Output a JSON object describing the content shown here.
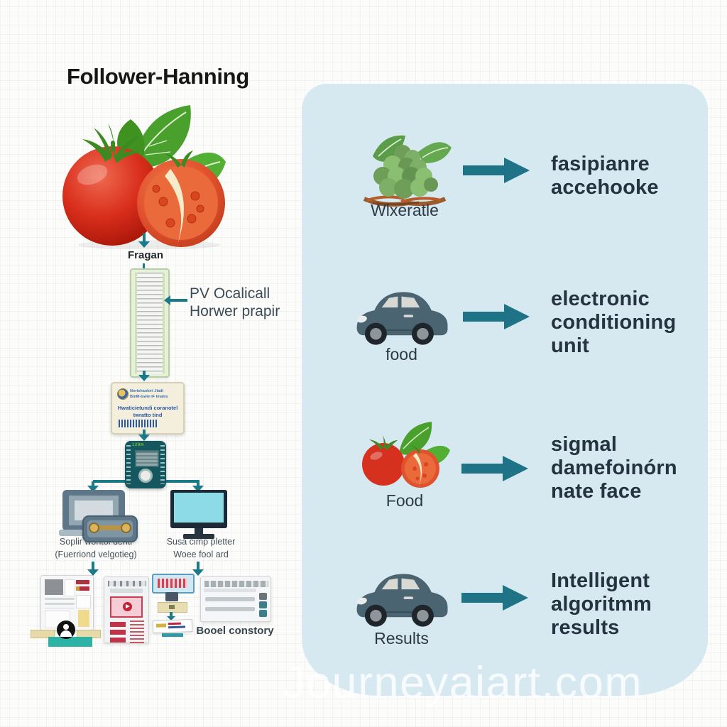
{
  "title": "Follower-Hanning",
  "watermark": "Journeyaiart.com",
  "colors": {
    "accent_teal": "#1b7a8a",
    "panel_blue": "#d6e9f1",
    "text_dark": "#25323f"
  },
  "flowchart": {
    "tomato_caption": "Fragan",
    "column_note": {
      "line1": "PV Ocalicall",
      "line2": "Horwer prapir"
    },
    "id_card": {
      "header_line1": "Nortshanlort Jiadi",
      "header_line2": "BmM-Gwm IF Imatra",
      "body_line1": "Hwaticietundi coranotel",
      "body_line2": "twratto tind"
    },
    "device_label": "128m",
    "left_output_label": {
      "line1": "Soplir wontol denti",
      "line2": "(Fuerriond velgotieg)"
    },
    "right_output_label": {
      "line1": "Susa cimp pletter",
      "line2": "Woee fool ard"
    },
    "documents_caption": "Booel constory"
  },
  "panel": {
    "rows": [
      {
        "icon": "vegetable-pile",
        "caption": "Wlxeratle",
        "lines": [
          "fasipianre",
          "accehooke",
          ""
        ]
      },
      {
        "icon": "car",
        "caption": "food",
        "lines": [
          "electronic",
          "conditioning",
          "unit"
        ]
      },
      {
        "icon": "tomato",
        "caption": "Food",
        "lines": [
          "sigmal",
          "damefoinórn",
          "nate face"
        ]
      },
      {
        "icon": "car",
        "caption": "Results",
        "lines": [
          "Intelligent",
          "algoritmm",
          "results"
        ]
      }
    ]
  }
}
